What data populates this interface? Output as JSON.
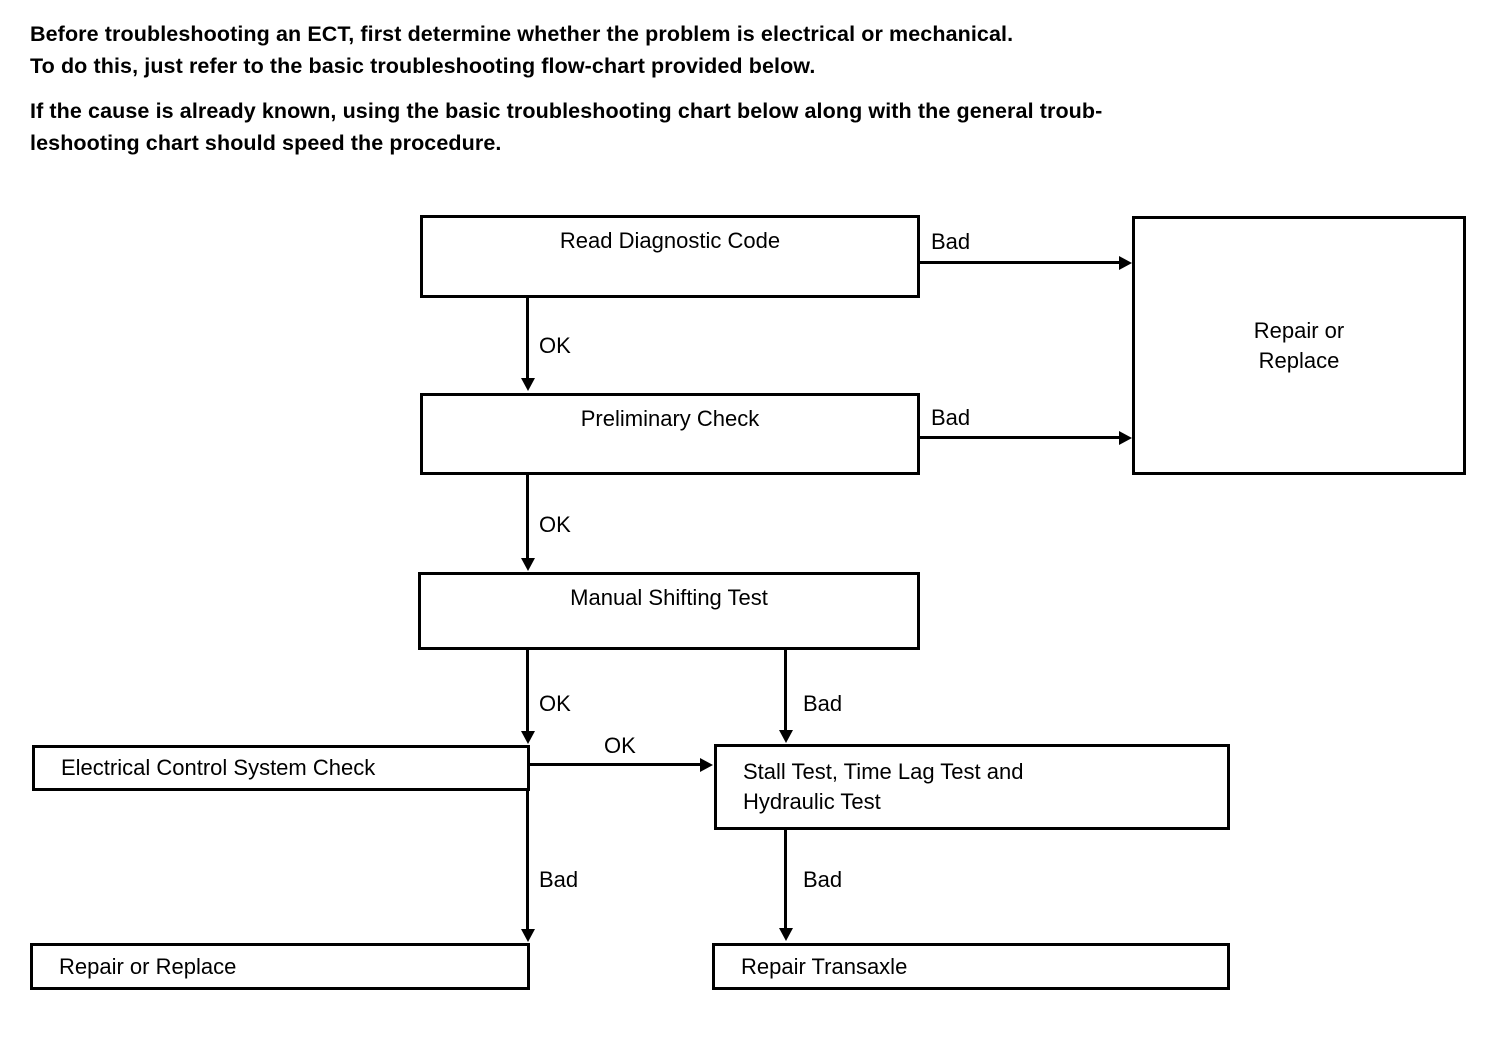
{
  "intro": {
    "paragraph_1": "Before troubleshooting an ECT, first determine whether the problem is electrical or mechanical.\nTo do this, just refer to the basic troubleshooting flow-chart provided below.",
    "paragraph_2": "If the cause is already known, using the basic troubleshooting chart below along with the general troub-\nleshooting chart should speed the procedure."
  },
  "flowchart": {
    "nodes": {
      "read_diagnostic_code": "Read Diagnostic Code",
      "preliminary_check": "Preliminary Check",
      "manual_shifting_test": "Manual Shifting Test",
      "electrical_control_system_check": "Electrical Control System Check",
      "stall_time_lag_hydraulic_test": "Stall Test, Time Lag Test and\nHydraulic Test",
      "repair_or_replace_right": "Repair or\nReplace",
      "repair_or_replace_bottom": "Repair or Replace",
      "repair_transaxle": "Repair Transaxle"
    },
    "edges": {
      "diag_bad": "Bad",
      "diag_ok": "OK",
      "prelim_bad": "Bad",
      "prelim_ok": "OK",
      "manual_ok": "OK",
      "manual_bad": "Bad",
      "electrical_ok": "OK",
      "electrical_bad": "Bad",
      "stall_bad": "Bad"
    }
  }
}
